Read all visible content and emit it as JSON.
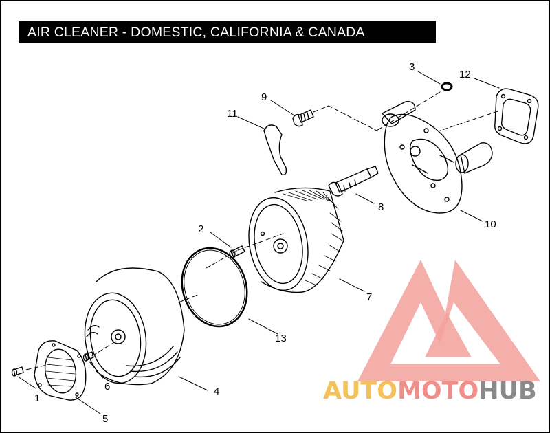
{
  "title": "AIR CLEANER - DOMESTIC, CALIFORNIA & CANADA",
  "callouts": {
    "c1": "1",
    "c2": "2",
    "c3": "3",
    "c4": "4",
    "c5": "5",
    "c6": "6",
    "c7": "7",
    "c8": "8",
    "c9": "9",
    "c10": "10",
    "c11": "11",
    "c12": "12",
    "c13": "13"
  },
  "watermark": {
    "part1": "AUTO",
    "part2": "MOTO",
    "part3": "HUB",
    "color1": "#f5c25a",
    "color2": "#f08f8a",
    "color3": "#8a8a8a"
  }
}
